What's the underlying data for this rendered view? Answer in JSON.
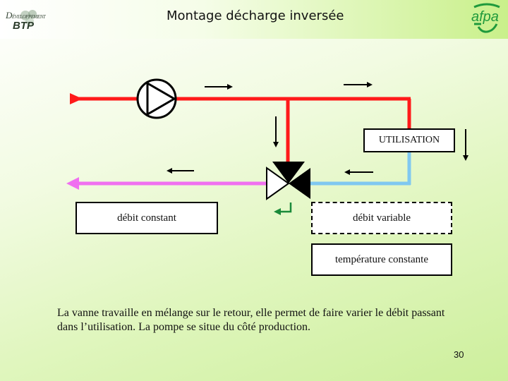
{
  "header": {
    "title": "Montage décharge inversée",
    "logo_left_top": "DÉVELOPPEMENT",
    "logo_left_bottom": "BTP",
    "logo_right": "afpa"
  },
  "diagram": {
    "utilisation_label": "UTILISATION",
    "debit_constant_label": "débit constant",
    "debit_variable_label": "débit variable",
    "temperature_label": "température constante",
    "colors": {
      "supply": "#ff1a1a",
      "return_mix": "#f070f0",
      "return_user": "#80c8f0",
      "arrow": "#000000",
      "box_border": "#000000"
    }
  },
  "caption": "La vanne travaille en mélange sur le retour, elle permet de faire varier le débit passant dans l’utilisation. La pompe se situe du côté production.",
  "page_number": "30"
}
